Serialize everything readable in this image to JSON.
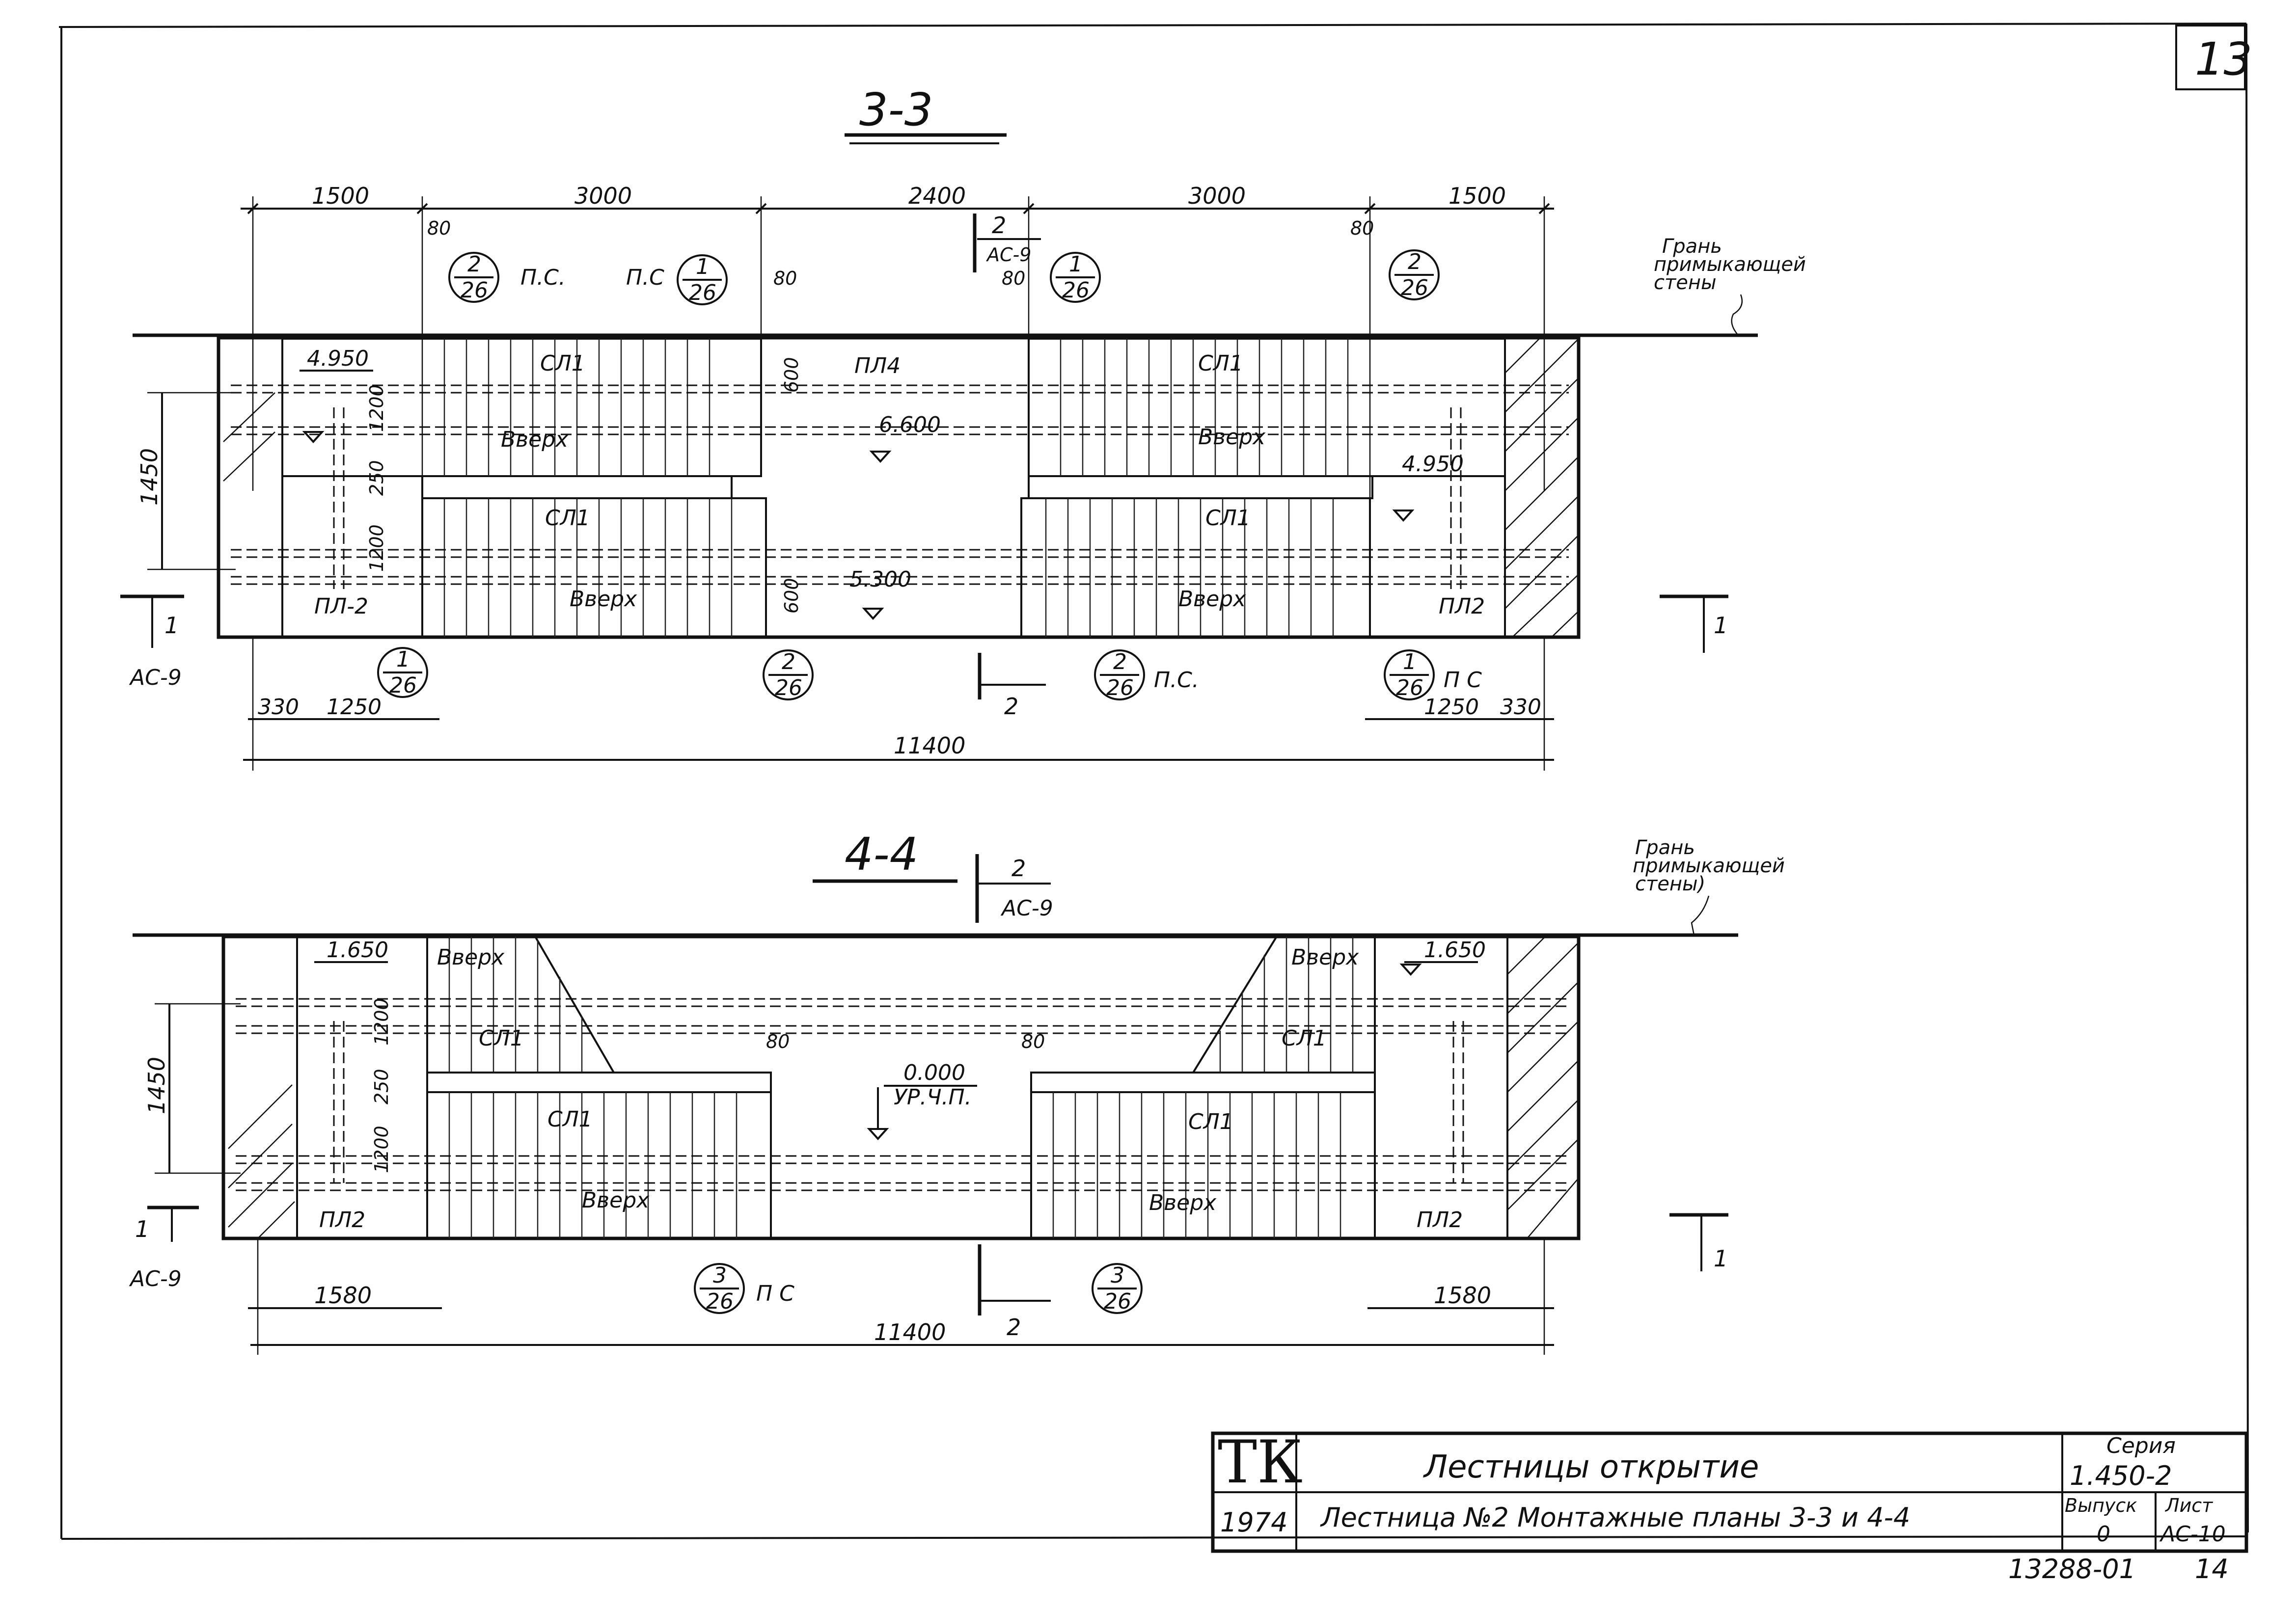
{
  "sheet": {
    "number": "13",
    "bottom_code": "13288-01",
    "bottom_page": "14"
  },
  "section_33": {
    "title": "3-3",
    "dims_top": [
      "1500",
      "3000",
      "2400",
      "3000",
      "1500"
    ],
    "gap_80": "80",
    "total": "11400",
    "left_offset": "330",
    "left_len": "1250",
    "right_len": "1250",
    "right_offset": "330",
    "height_1450": "1450",
    "d1200": "1200",
    "d250": "250",
    "d600": "600",
    "lev_4950": "4.950",
    "lev_4950_r": "4.950",
    "lev_6600": "6.600",
    "lev_5300": "5.300",
    "el_cm1": "СЛ1",
    "el_pl4": "ПЛ4",
    "el_pl2a": "ПЛ-2",
    "el_pl2b": "ПЛ2",
    "up": "Вверх",
    "ps_a": "П.С.",
    "ps_b": "П.С",
    "ps_c": "П С",
    "cut_2": "2",
    "cut_2_ref": "АС-9",
    "cut_1": "1",
    "cut_1_ref": "АС-9",
    "wall_note": [
      "Грань",
      "примыкающей",
      "стены"
    ],
    "callouts": [
      {
        "num": "2",
        "den": "26"
      },
      {
        "num": "1",
        "den": "26"
      },
      {
        "num": "1",
        "den": "26"
      },
      {
        "num": "2",
        "den": "26"
      },
      {
        "num": "1",
        "den": "26"
      },
      {
        "num": "2",
        "den": "26"
      },
      {
        "num": "2",
        "den": "26"
      },
      {
        "num": "1",
        "den": "26"
      }
    ]
  },
  "section_44": {
    "title": "4-4",
    "cut_2": "2",
    "cut_2_ref": "АС-9",
    "cut_1": "1",
    "cut_1_ref": "АС-9",
    "total": "11400",
    "left_len": "1580",
    "right_len": "1580",
    "height_1450": "1450",
    "d1200": "1200",
    "d250": "250",
    "gap_80": "80",
    "lev_1650": "1.650",
    "lev_0000": "0.000",
    "lev_sub": "УР.Ч.П.",
    "el_cm1": "СЛ1",
    "el_pl2": "ПЛ2",
    "up": "Вверх",
    "ps": "П С",
    "wall_note": [
      "Грань",
      "примыкающей",
      "стены)"
    ],
    "callouts": [
      {
        "num": "3",
        "den": "26"
      },
      {
        "num": "3",
        "den": "26"
      }
    ]
  },
  "title_block": {
    "logo": "ТК",
    "year": "1974",
    "title": "Лестницы открытие",
    "subtitle": "Лестница №2  Монтажные планы 3-3 и 4-4",
    "series_label": "Серия",
    "series_value": "1.450-2",
    "issue_label": "Выпуск",
    "issue_value": "0",
    "sheet_label": "Лист",
    "sheet_value": "АС-10"
  }
}
